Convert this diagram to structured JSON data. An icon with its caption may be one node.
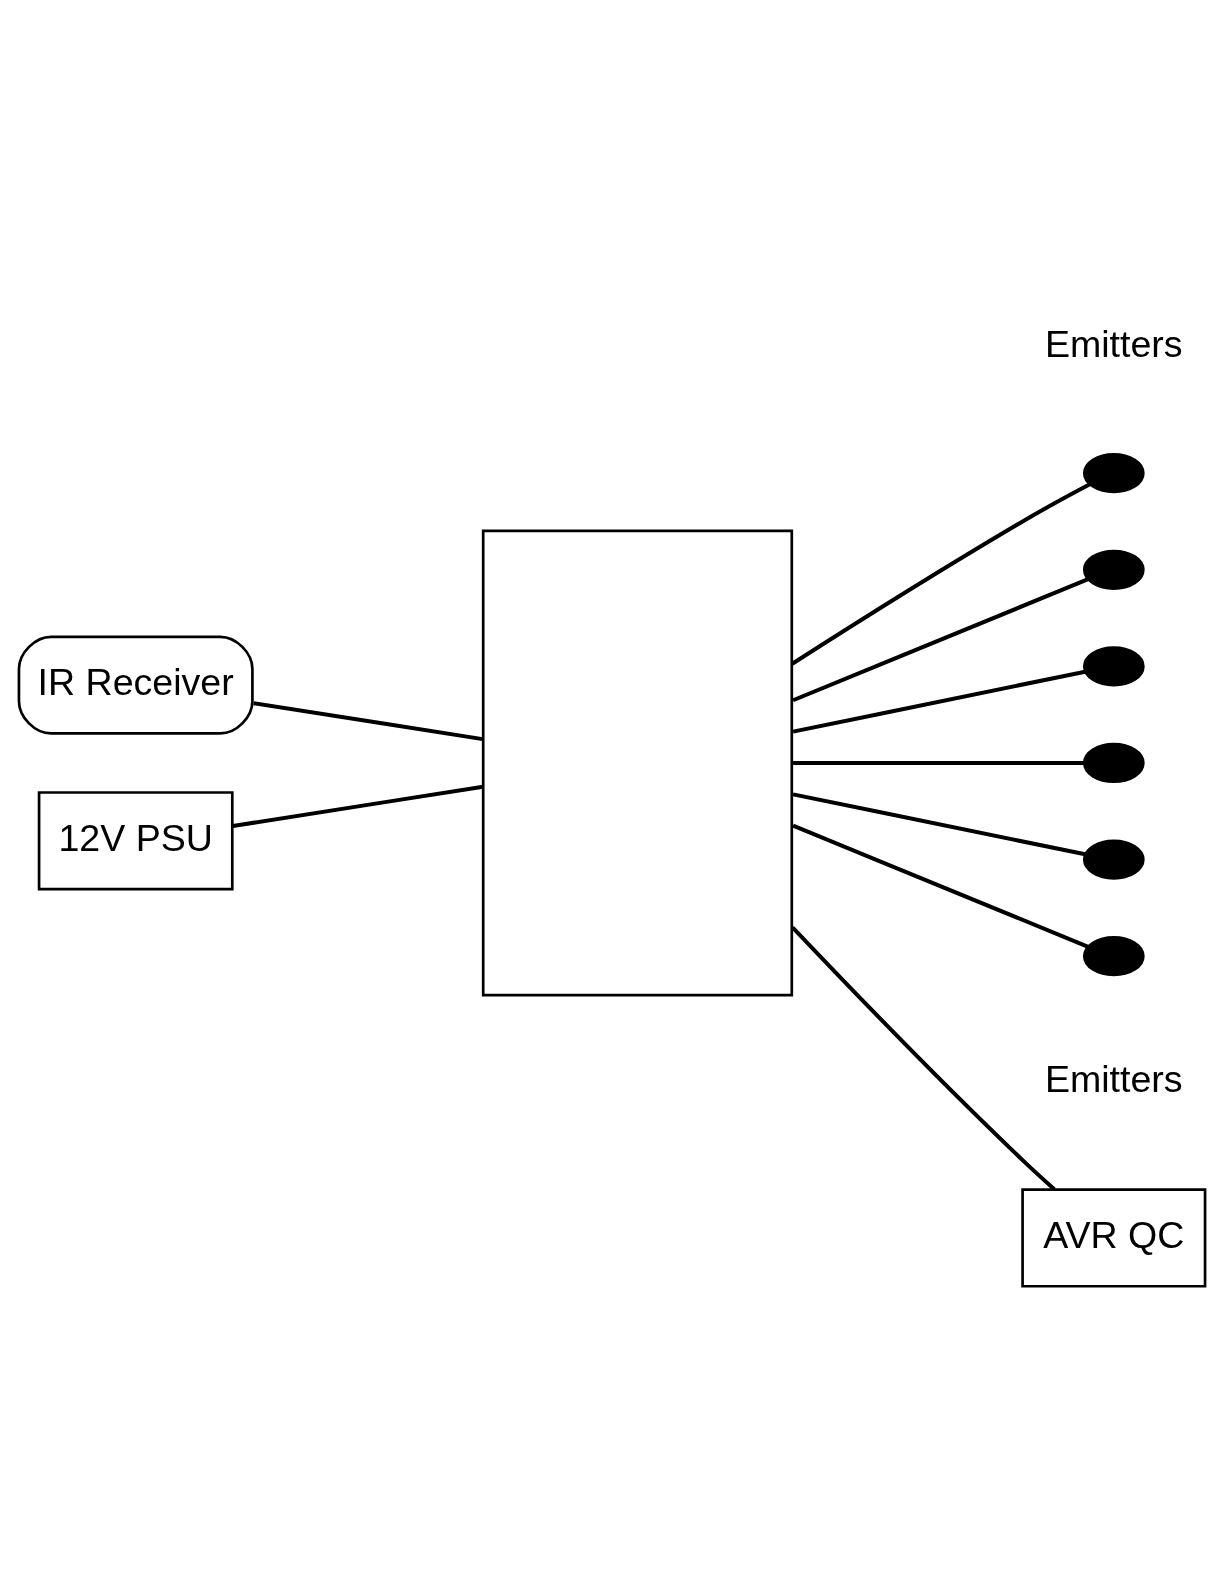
{
  "diagram": {
    "nodes": [
      {
        "text": [
          "IR Receiver"
        ]
      },
      {
        "text": [],
        "shape": "box"
      },
      {
        "text": [],
        "shape": "circle"
      },
      {
        "text": [],
        "shape": "circle"
      },
      {
        "text": [],
        "shape": "circle"
      },
      {
        "text": [],
        "shape": "circle"
      },
      {
        "text": [],
        "shape": "circle"
      },
      {
        "text": [],
        "shape": "circle"
      },
      {
        "text": [
          "AVR QC"
        ]
      },
      {
        "text": [
          "12V PSU"
        ]
      }
    ],
    "edges": [
      {
        "from": 0,
        "to": 1,
        "arrow": "none"
      },
      {
        "from": 1,
        "to": 2,
        "arrow": "none"
      },
      {
        "from": 1,
        "to": 3,
        "arrow": "none"
      },
      {
        "from": 1,
        "to": 4,
        "arrow": "none"
      },
      {
        "from": 1,
        "to": 5,
        "arrow": "none"
      },
      {
        "from": 1,
        "to": 6,
        "arrow": "none"
      },
      {
        "from": 1,
        "to": 7,
        "arrow": "none"
      },
      {
        "from": 1,
        "to": 8,
        "arrow": "none"
      },
      {
        "from": 9,
        "to": 1,
        "arrow": "none"
      }
    ],
    "labels": [
      "Emitters",
      "Emitters"
    ]
  }
}
